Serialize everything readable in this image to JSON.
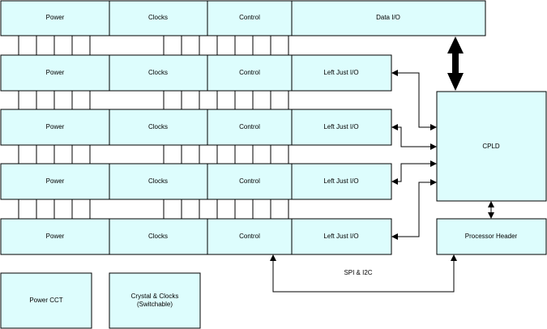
{
  "rows": [
    {
      "power": "Power",
      "clocks": "Clocks",
      "control": "Control",
      "io": "Data I/O"
    },
    {
      "power": "Power",
      "clocks": "Clocks",
      "control": "Control",
      "io": "Left Just I/O"
    },
    {
      "power": "Power",
      "clocks": "Clocks",
      "control": "Control",
      "io": "Left Just I/O"
    },
    {
      "power": "Power",
      "clocks": "Clocks",
      "control": "Control",
      "io": "Left Just I/O"
    },
    {
      "power": "Power",
      "clocks": "Clocks",
      "control": "Control",
      "io": "Left Just I/O"
    }
  ],
  "cpld": "CPLD",
  "processor_header": "Processor Header",
  "bus_label": "SPI & I2C",
  "power_cct": "Power CCT",
  "crystal": {
    "line1": "Crystal & Clocks",
    "line2": "(Switchable)"
  },
  "colors": {
    "block_fill": "#ddfdfd",
    "stroke": "#000000"
  }
}
